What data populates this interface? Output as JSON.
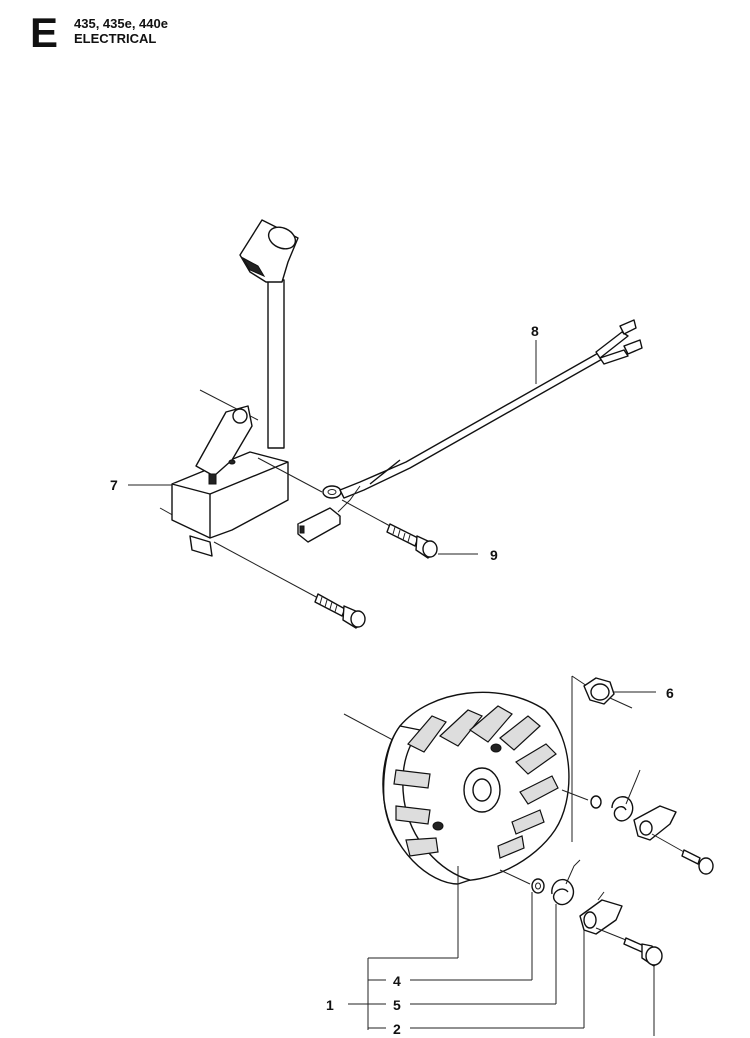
{
  "header": {
    "section_letter": "E",
    "models": "435, 435e, 440e",
    "title": "ELECTRICAL"
  },
  "callouts": {
    "p1": "1",
    "p2": "2",
    "p4": "4",
    "p5": "5",
    "p6": "6",
    "p7": "7",
    "p8": "8",
    "p9": "9"
  },
  "parts": [
    {
      "callout": "1",
      "part": "flywheel-assembly"
    },
    {
      "callout": "2",
      "part": "pawl"
    },
    {
      "callout": "4",
      "part": "washer"
    },
    {
      "callout": "5",
      "part": "spring"
    },
    {
      "callout": "6",
      "part": "nut"
    },
    {
      "callout": "7",
      "part": "ignition-module"
    },
    {
      "callout": "8",
      "part": "wire-harness"
    },
    {
      "callout": "9",
      "part": "screw"
    }
  ]
}
